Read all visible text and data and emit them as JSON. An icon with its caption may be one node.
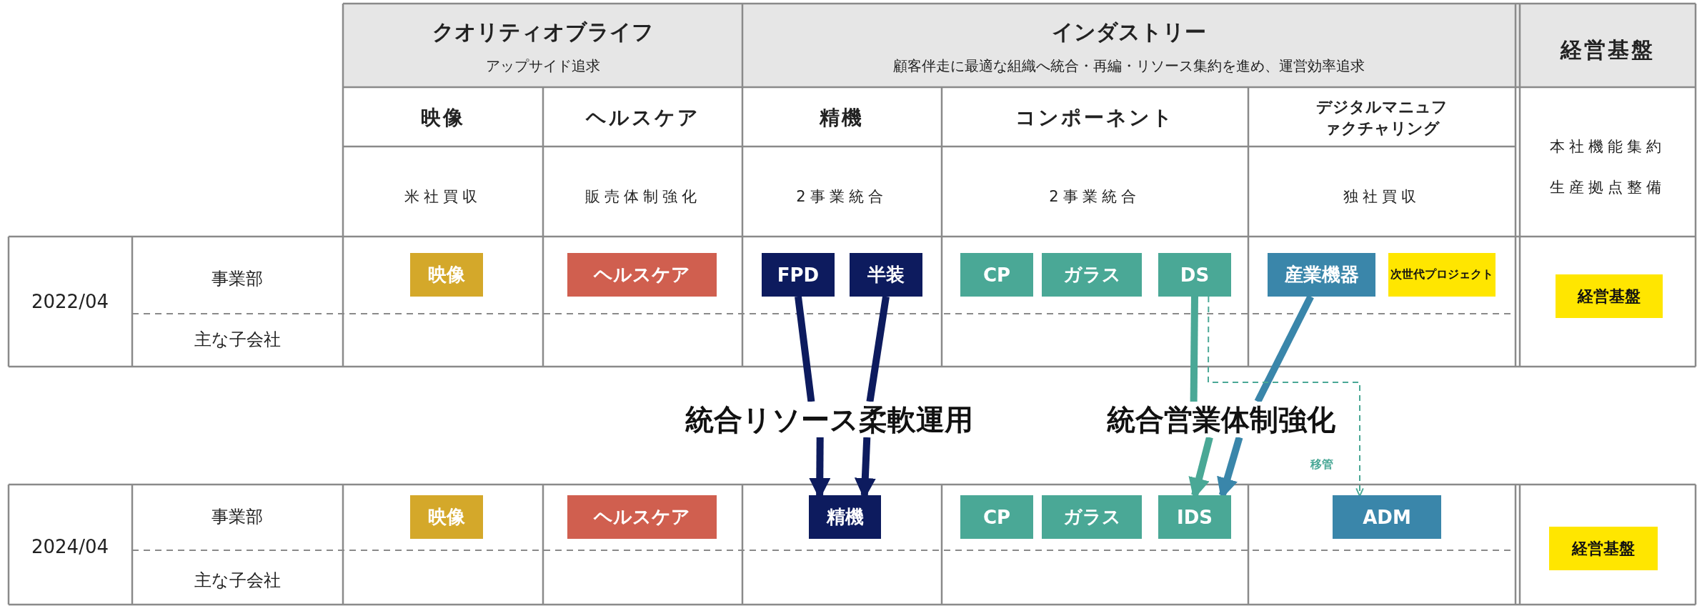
{
  "diagram": {
    "nodes": [
      {
        "text": [
          "映像"
        ]
      },
      {
        "text": [
          "ヘルスケア"
        ]
      },
      {
        "text": [
          "FPD"
        ]
      },
      {
        "text": [
          "半装"
        ]
      },
      {
        "text": [
          "CP"
        ]
      },
      {
        "text": [
          "ガラス"
        ]
      },
      {
        "text": [
          "DS"
        ]
      },
      {
        "text": [
          "産業機器"
        ]
      },
      {
        "text": [
          "次世代プロジェクト"
        ]
      },
      {
        "text": [
          "経営基盤"
        ]
      },
      {
        "text": [
          "統合リソース柔軟運用"
        ]
      },
      {
        "text": [
          "統合営業体制強化"
        ]
      },
      {
        "text": [
          "映像"
        ]
      },
      {
        "text": [
          "ヘルスケア"
        ]
      },
      {
        "text": [
          "精機"
        ]
      },
      {
        "text": [
          "CP"
        ]
      },
      {
        "text": [
          "ガラス"
        ]
      },
      {
        "text": [
          "IDS"
        ]
      },
      {
        "text": [
          "ADM"
        ]
      },
      {
        "text": [
          "経営基盤"
        ]
      }
    ],
    "edges": [
      {
        "from": 2,
        "to": 10,
        "arrow": "none",
        "color": "#0d1b5e"
      },
      {
        "from": 3,
        "to": 10,
        "arrow": "none",
        "color": "#0d1b5e"
      },
      {
        "from": 10,
        "to": 14,
        "arrow": "to",
        "color": "#0d1b5e"
      },
      {
        "from": 10,
        "to": 14,
        "arrow": "to",
        "color": "#0d1b5e"
      },
      {
        "from": 6,
        "to": 11,
        "arrow": "none",
        "color": "#4aa896"
      },
      {
        "from": 7,
        "to": 11,
        "arrow": "none",
        "color": "#3a86aa"
      },
      {
        "from": 11,
        "to": 17,
        "arrow": "to",
        "color": "#4aa896"
      },
      {
        "from": 11,
        "to": 17,
        "arrow": "to",
        "color": "#3a86aa"
      },
      {
        "from": 6,
        "to": 18,
        "arrow": "to",
        "style": "dashed",
        "color": "#4aa896",
        "label": "移管"
      }
    ],
    "labels": [
      "クオリティオブライフ",
      "アップサイド追求",
      "インダストリー",
      "顧客伴走に最適な組織へ統合・再編・リソース集約を進め、運営効率追求",
      "経営基盤",
      "映像",
      "ヘルスケア",
      "精機",
      "コンポーネント",
      "デジタルマニュファクチャリング",
      "本社機能集約",
      "生産拠点整備",
      "米社買収",
      "販売体制強化",
      "2事業統合",
      "2事業統合",
      "独社買収",
      "2022/04",
      "事業部",
      "主な子会社",
      "2024/04",
      "事業部",
      "主な子会社"
    ]
  }
}
